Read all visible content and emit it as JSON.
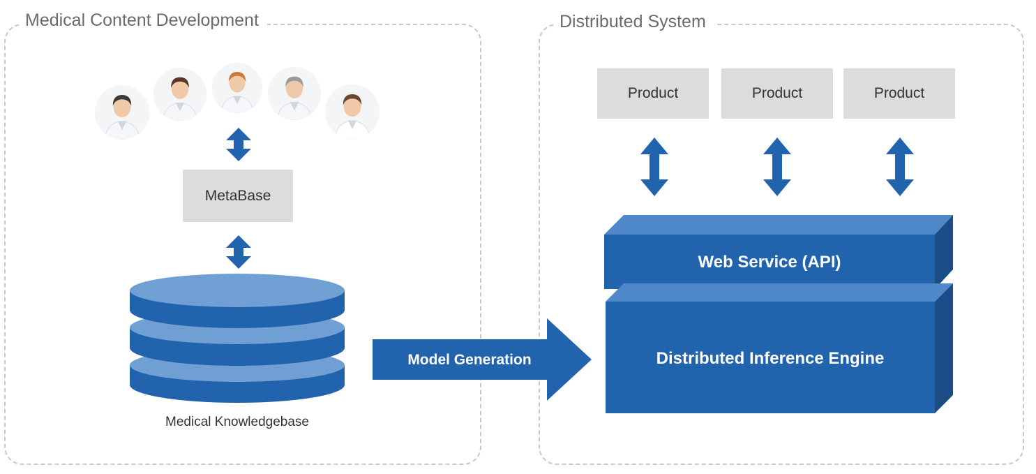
{
  "left_panel": {
    "title": "Medical Content Development",
    "avatars": [
      {
        "name": "doctor-male-icon",
        "hair": "#3a3a3a",
        "coat": "#f4f6f8"
      },
      {
        "name": "doctor-female-icon",
        "hair": "#5a3426",
        "coat": "#f4f6f8"
      },
      {
        "name": "doctor-female-icon",
        "hair": "#c9783e",
        "coat": "#f4f6f8"
      },
      {
        "name": "doctor-male-icon",
        "hair": "#9a9a9a",
        "coat": "#f4f6f8"
      },
      {
        "name": "person-female-icon",
        "hair": "#6b4530",
        "coat": "#ffffff"
      }
    ],
    "metabase_label": "MetaBase",
    "knowledgebase_label": "Medical Knowledgebase"
  },
  "connector": {
    "label": "Model Generation"
  },
  "right_panel": {
    "title": "Distributed System",
    "products": [
      "Product",
      "Product",
      "Product"
    ],
    "web_service_label": "Web Service (API)",
    "engine_label": "Distributed Inference Engine"
  },
  "colors": {
    "primary_blue": "#2263ad",
    "light_blue": "#4f88c8",
    "dark_blue": "#1b4c86",
    "box_gray": "#dcdcdc",
    "dashed_border": "#c8c8c8"
  }
}
